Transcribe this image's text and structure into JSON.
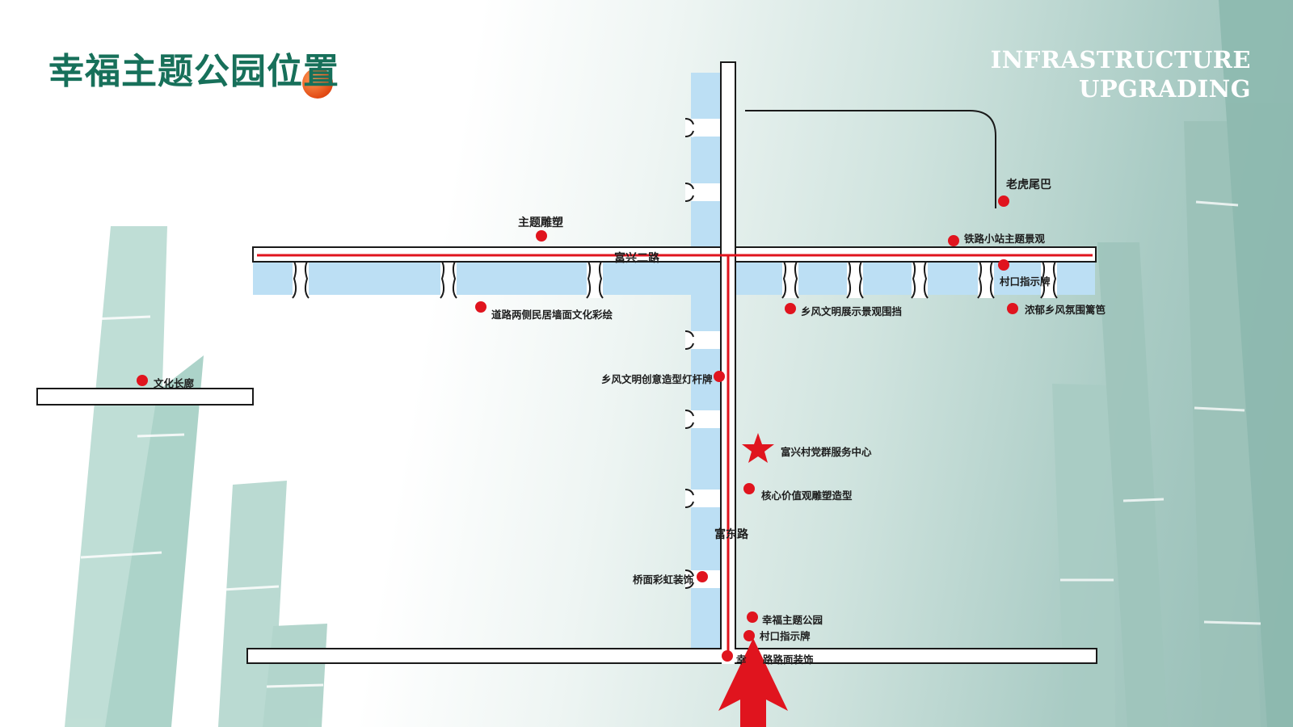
{
  "header": {
    "title": "幸福主题公园位置",
    "subtitle_line1": "INFRASTRUCTURE",
    "subtitle_line2": "UPGRADING"
  },
  "colors": {
    "brand_green": "#17705a",
    "route_red": "#e0141e",
    "river_blue": "#bcdff4",
    "accent_orange": "#e24a14"
  },
  "roads": {
    "horizontal": "富兴二路",
    "vertical": "富东路"
  },
  "landmarks": {
    "laohu": "老虎尾巴",
    "theme_sculpture": "主题雕塑",
    "railway_station": "铁路小站主题景观",
    "village_sign_east": "村口指示牌",
    "wall_painting": "道路两侧民居墙面文化彩绘",
    "civility_wall": "乡风文明展示景观围挡",
    "fence": "浓郁乡风氛围篱笆",
    "culture_corridor": "文化长廊",
    "lamp_sign": "乡风文明创意造型灯杆牌",
    "service_center": "富兴村党群服务中心",
    "core_values": "核心价值观雕塑造型",
    "bridge_rainbow": "桥面彩虹装饰",
    "happy_park": "幸福主题公园",
    "village_sign_south": "村口指示牌",
    "road_decoration_visible": "幸",
    "road_decoration_tail": "路路面装饰"
  },
  "icons": {
    "marker": "red-dot-icon",
    "star": "star-icon",
    "arrow": "arrow-up-icon"
  }
}
